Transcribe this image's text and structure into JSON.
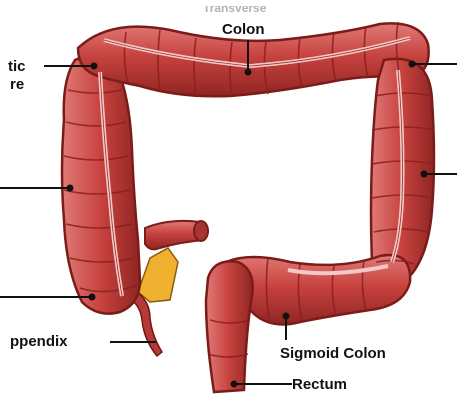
{
  "labels": {
    "transverse_colon_title_cropped": "Transverse",
    "transverse_colon": "Colon",
    "hepatic_flexure_line1": "tic",
    "hepatic_flexure_line2": "re",
    "appendix": "ppendix",
    "sigmoid_colon": "Sigmoid Colon",
    "rectum": "Rectum"
  },
  "colors": {
    "colon_fill": "#c7423f",
    "colon_dark": "#8a1f1c",
    "colon_highlight": "#e37471",
    "inner_band": "#f3c9c5",
    "fat_pad": "#efb12f",
    "appendix_fill": "#b53a37",
    "leader_line": "#111111",
    "label_text": "#111111"
  }
}
